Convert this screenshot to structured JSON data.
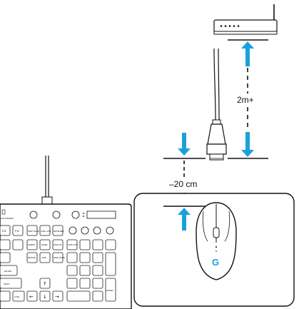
{
  "labels": {
    "distance_router": "2m+",
    "distance_mousepad": "–20 cm"
  },
  "keyboard": {
    "top_label": "LIGHTSPEED",
    "keys": [
      "F11",
      "F12",
      "PRINT SCRN",
      "SCRL LOCK",
      "PAUSE BRK",
      "INSERT",
      "HOME",
      "PAGE UP",
      "NUM LOCK",
      "DELETE",
      "END",
      "PAGE DOWN",
      "ENTER",
      "SHIFT",
      "CTRL",
      "ENTER"
    ]
  },
  "colors": {
    "arrow": "#1ba1d9",
    "line": "#111111",
    "mouse_logo": "#1ba1d9"
  }
}
